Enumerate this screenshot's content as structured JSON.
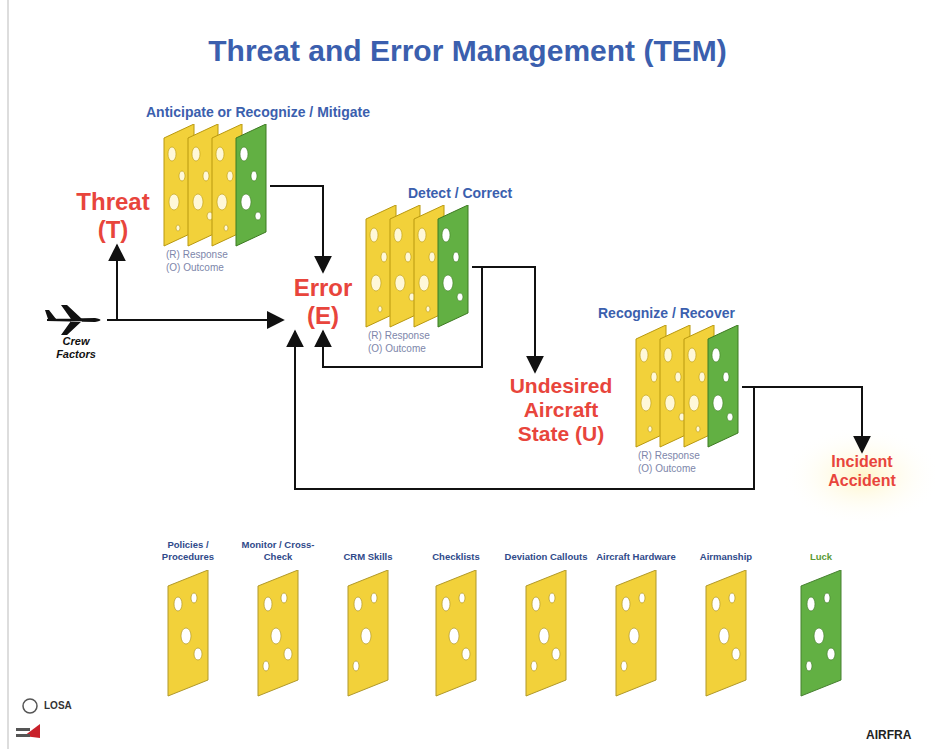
{
  "diagram": {
    "title": "Threat and Error Management (TEM)",
    "nodes": [
      {
        "text": [
          "Crew Factors"
        ]
      },
      {
        "text": [
          "Threat (T)"
        ]
      },
      {
        "text": [
          "Anticipate or Recognize / Mitigate",
          "(R) Response (O) Outcome"
        ]
      },
      {
        "text": [
          "Error (E)"
        ]
      },
      {
        "text": [
          "Detect / Correct",
          "(R) Response (O) Outcome"
        ]
      },
      {
        "text": [
          "Undesired Aircraft State (U)"
        ]
      },
      {
        "text": [
          "Recognize / Recover",
          "(R) Response (O) Outcome"
        ]
      },
      {
        "text": [
          "Incident Accident"
        ]
      }
    ],
    "edges": [
      {
        "from": 0,
        "to": 1,
        "arrow": "to"
      },
      {
        "from": 0,
        "to": 3,
        "arrow": "to"
      },
      {
        "from": 2,
        "to": 3,
        "arrow": "to"
      },
      {
        "from": 4,
        "to": 5,
        "arrow": "to"
      },
      {
        "from": 4,
        "to": 3,
        "arrow": "to"
      },
      {
        "from": 6,
        "to": 7,
        "arrow": "to"
      },
      {
        "from": 6,
        "to": 3,
        "arrow": "to"
      }
    ],
    "labels": [
      "LOSA",
      "AIRFRA"
    ],
    "legend": [
      {
        "text": "Policies / Procedures",
        "color": "#f2d13a"
      },
      {
        "text": "Monitor / Cross-Check",
        "color": "#f2d13a"
      },
      {
        "text": "CRM Skills",
        "color": "#f2d13a"
      },
      {
        "text": "Checklists",
        "color": "#f2d13a"
      },
      {
        "text": "Deviation Callouts",
        "color": "#f2d13a"
      },
      {
        "text": "Aircraft Hardware",
        "color": "#f2d13a"
      },
      {
        "text": "Airmanship",
        "color": "#f2d13a"
      },
      {
        "text": "Luck",
        "color": "#62b043"
      }
    ]
  }
}
